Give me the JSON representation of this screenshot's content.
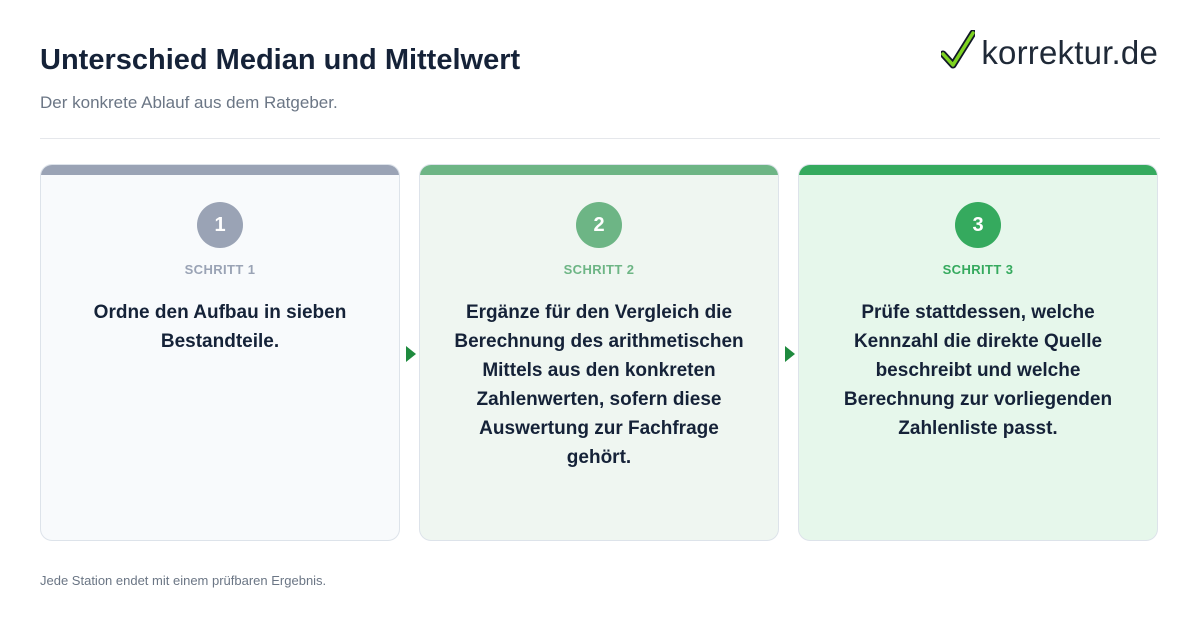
{
  "header": {
    "title": "Unterschied Median und Mittelwert",
    "subtitle": "Der konkrete Ablauf aus dem Ratgeber."
  },
  "logo": {
    "text": "korrektur.de",
    "icon": "checkmark-icon",
    "icon_color": "#7ed321"
  },
  "steps": [
    {
      "number": "1",
      "label": "SCHRITT 1",
      "text": "Ordne den Aufbau in sieben Bestandteile.",
      "accent": "#9aa3b5",
      "background": "#f8fafc"
    },
    {
      "number": "2",
      "label": "SCHRITT 2",
      "text": "Ergänze für den Vergleich die Berechnung des arithmetischen Mittels aus den konkreten Zahlenwerten, sofern diese Auswertung zur Fachfrage gehört.",
      "accent": "#6db585",
      "background": "#eff6f1"
    },
    {
      "number": "3",
      "label": "SCHRITT 3",
      "text": "Prüfe stattdessen, welche Kennzahl die direkte Quelle beschreibt und welche Berechnung zur vorliegenden Zahlenliste passt.",
      "accent": "#35aa5e",
      "background": "#e6f7eb"
    }
  ],
  "arrow_color": "#1e8a3e",
  "footer": {
    "text": "Jede Station endet mit einem prüfbaren Ergebnis."
  }
}
